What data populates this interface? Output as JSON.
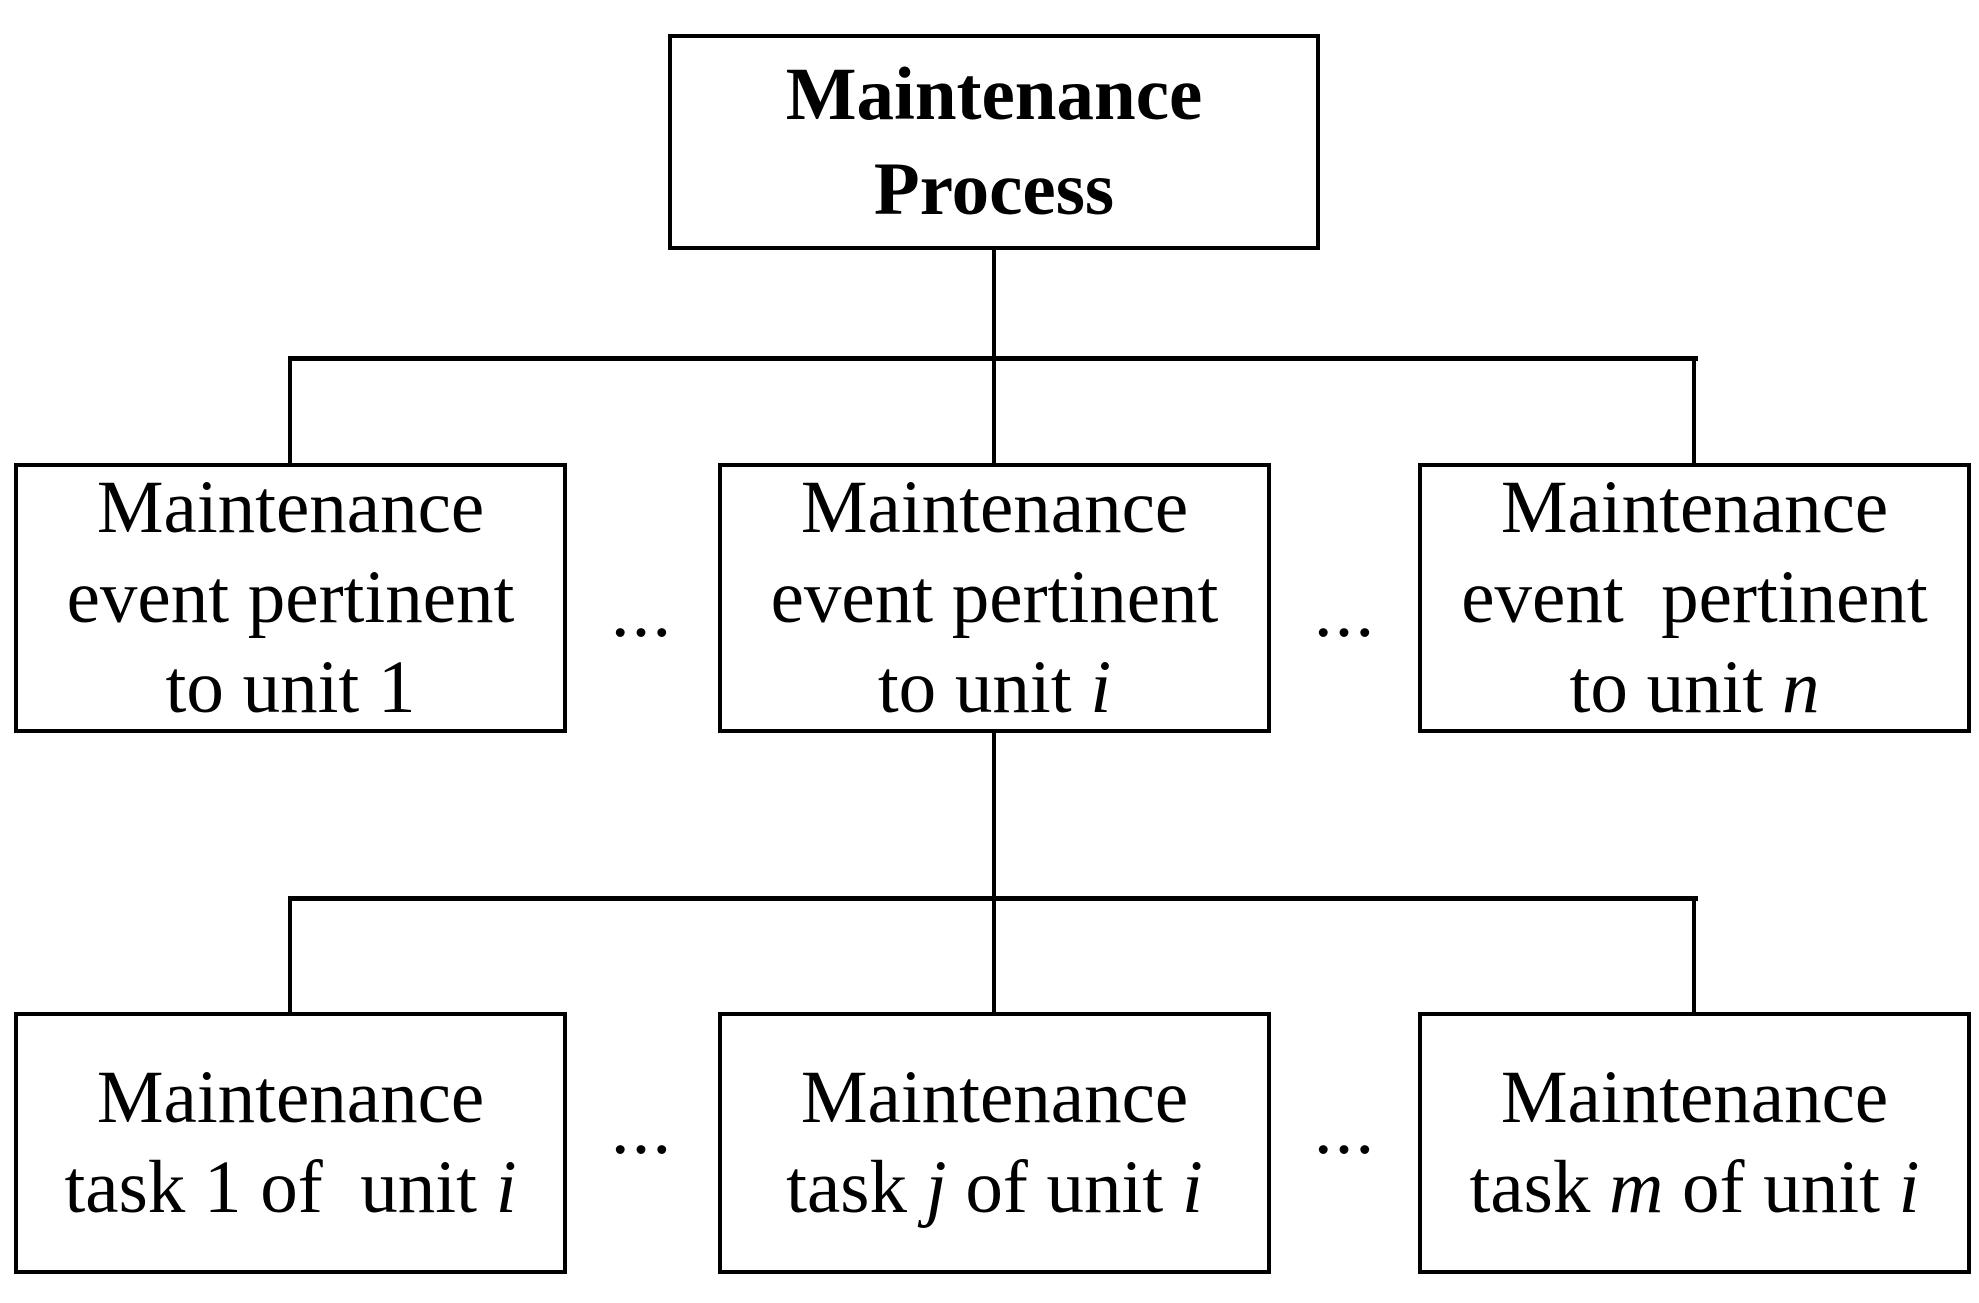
{
  "diagram": {
    "background_color": "#ffffff",
    "line_color": "#000000",
    "ellipsis": "...",
    "boxes": {
      "root": {
        "label": "Maintenance Process",
        "lines": [
          [
            {
              "text": "Maintenance"
            }
          ],
          [
            {
              "text": "Process"
            }
          ]
        ]
      },
      "event_unit_1": {
        "label": "Maintenance event pertinent to unit 1",
        "lines": [
          [
            {
              "text": "Maintenance"
            }
          ],
          [
            {
              "text": "event pertinent"
            }
          ],
          [
            {
              "text": "to unit 1"
            }
          ]
        ]
      },
      "event_unit_i": {
        "label": "Maintenance event pertinent to unit i",
        "lines": [
          [
            {
              "text": "Maintenance"
            }
          ],
          [
            {
              "text": "event pertinent"
            }
          ],
          [
            {
              "text": "to unit "
            },
            {
              "text": "i",
              "italic": true
            }
          ]
        ]
      },
      "event_unit_n": {
        "label": "Maintenance event  pertinent to unit n",
        "lines": [
          [
            {
              "text": "Maintenance"
            }
          ],
          [
            {
              "text": "event  pertinent"
            }
          ],
          [
            {
              "text": "to unit "
            },
            {
              "text": "n",
              "italic": true
            }
          ]
        ]
      },
      "task_1_unit_i": {
        "label": "Maintenance task 1 of  unit i",
        "lines": [
          [
            {
              "text": "Maintenance"
            }
          ],
          [
            {
              "text": "task 1 of  unit "
            },
            {
              "text": "i",
              "italic": true
            }
          ]
        ]
      },
      "task_j_unit_i": {
        "label": "Maintenance task j of unit i",
        "lines": [
          [
            {
              "text": "Maintenance"
            }
          ],
          [
            {
              "text": "task "
            },
            {
              "text": "j",
              "italic": true
            },
            {
              "text": " of unit "
            },
            {
              "text": "i",
              "italic": true
            }
          ]
        ]
      },
      "task_m_unit_i": {
        "label": "Maintenance task m of unit i",
        "lines": [
          [
            {
              "text": "Maintenance"
            }
          ],
          [
            {
              "text": "task "
            },
            {
              "text": "m",
              "italic": true
            },
            {
              "text": " of unit "
            },
            {
              "text": "i",
              "italic": true
            }
          ]
        ]
      }
    }
  }
}
